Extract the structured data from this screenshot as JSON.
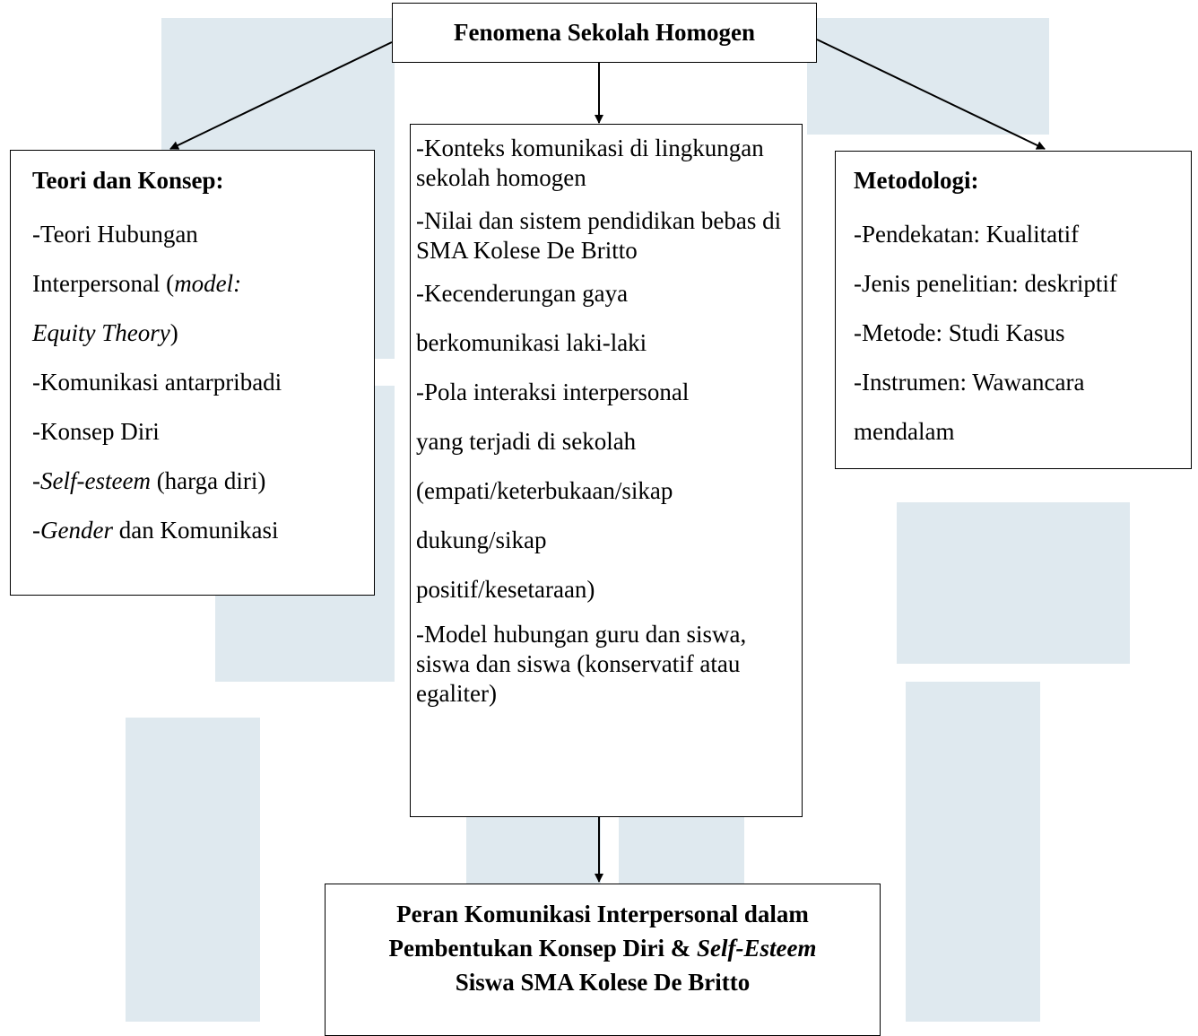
{
  "top_box": {
    "title": "Fenomena Sekolah Homogen"
  },
  "left_box": {
    "heading": "Teori dan Konsep:",
    "line1": "-Teori Hubungan",
    "line2_a": "Interpersonal (",
    "line2_b": "model:",
    "line3_a": "Equity Theory",
    "line3_b": ")",
    "line4": "-Komunikasi antarpribadi",
    "line5": "-Konsep Diri",
    "line6_a": "-",
    "line6_b": "Self-esteem",
    "line6_c": " (harga diri)",
    "line7_a": "-",
    "line7_b": "Gender",
    "line7_c": " dan Komunikasi"
  },
  "center_box": {
    "item1": "-Konteks komunikasi di lingkungan sekolah homogen",
    "item2": "-Nilai dan sistem pendidikan bebas di SMA Kolese De Britto",
    "item3_l1": "-Kecenderungan gaya",
    "item3_l2": "berkomunikasi laki-laki",
    "item4_l1": "-Pola interaksi interpersonal",
    "item4_l2": "yang terjadi di sekolah",
    "item4_l3": "(empati/keterbukaan/sikap",
    "item4_l4": "dukung/sikap",
    "item4_l5": "positif/kesetaraan)",
    "item5": "-Model hubungan guru dan siswa, siswa dan siswa (konservatif atau egaliter)"
  },
  "right_box": {
    "heading": "Metodologi:",
    "line1": "-Pendekatan: Kualitatif",
    "line2": "-Jenis penelitian: deskriptif",
    "line3": "-Metode: Studi Kasus",
    "line4": "-Instrumen: Wawancara",
    "line5": "mendalam"
  },
  "bottom_box": {
    "line1": "Peran Komunikasi Interpersonal dalam",
    "line2_a": "Pembentukan Konsep Diri & ",
    "line2_b": "Self-Esteem",
    "line3": "Siswa SMA Kolese De Britto"
  },
  "colors": {
    "watermark": "#dce8ee",
    "line": "#000000"
  }
}
